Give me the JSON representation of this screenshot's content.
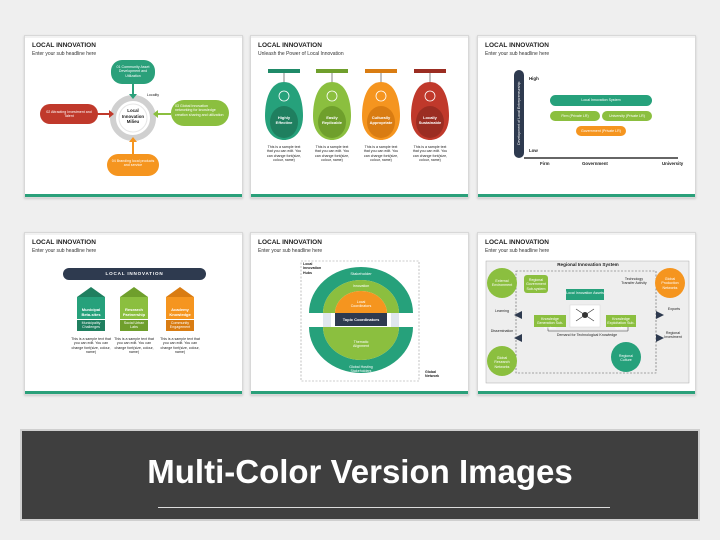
{
  "page": {
    "bg": "#efefef"
  },
  "colors": {
    "green": "#2aa07a",
    "teal": "#26a17b",
    "lime": "#8bbf3f",
    "orange": "#f5951f",
    "red": "#c0392b",
    "navy": "#2e3a4f"
  },
  "slides": [
    {
      "title": "LOCAL INNOVATION",
      "subtitle": "Enter your sub headline here",
      "center": "Local Innovation Milieu",
      "locality": "Locality",
      "nodes": [
        "01 Community Asset Development and Utilization",
        "02 Attracting Investment and Talent",
        "03 Global Innovation networking for knowledge creation sharing and utilization",
        "04 Branding local products and service"
      ]
    },
    {
      "title": "LOCAL INNOVATION",
      "subtitle": "Unleash the Power of Local Innovation",
      "items": [
        {
          "label": "Highly Effective",
          "text": "This is a sample text that you can edit. You can change font(size, colour, name)"
        },
        {
          "label": "Easily Replicable",
          "text": "This is a sample text that you can edit. You can change font(size, colour, name)"
        },
        {
          "label": "Culturally Appropriate",
          "text": "This is a sample text that you can edit. You can change font(size, colour, name)"
        },
        {
          "label": "Locally Sustainable",
          "text": "This is a sample text that you can edit. You can change font(size, colour, name)"
        }
      ]
    },
    {
      "title": "LOCAL INNOVATION",
      "subtitle": "Enter your sub headline here",
      "y_axis": "Development of Local Entrepreneurship",
      "y_high": "High",
      "y_low": "Low",
      "x_ticks": [
        "Firm",
        "Government",
        "University"
      ],
      "bars": [
        "Local Innovation System",
        "Firm (Private LR)",
        "University (Private LR)",
        "Government (Private LR)"
      ]
    },
    {
      "title": "LOCAL INNOVATION",
      "subtitle": "Enter your sub headline here",
      "banner": "LOCAL INNOVATION",
      "cols": [
        {
          "label": "Municipal Beta-sites",
          "sub": "Municipality Challenges",
          "text": "This is a sample text that you can edit. You can change font(size, colour, name)"
        },
        {
          "label": "Research Partnership",
          "sub": "Social Urban Labs",
          "text": "This is a sample text that you can edit. You can change font(size, colour, name)"
        },
        {
          "label": "Academy Knowledge",
          "sub": "Community Engagement",
          "text": "This is a sample text that you can edit. You can change font(size, colour, name)"
        }
      ]
    },
    {
      "title": "LOCAL INNOVATION",
      "subtitle": "Enter your sub headline here",
      "hubs": "Local Innovation Hubs",
      "stakeholder": "Stakeholder",
      "innovation": "Innovation",
      "coord_local": "Local Coordinators",
      "topic": "Topic Coordinators",
      "thematic": "Thematic Alignment",
      "hosting": "Global Hosting Stakeholders",
      "network": "Global Network"
    },
    {
      "title": "LOCAL INNOVATION",
      "subtitle": "Enter your sub headline here",
      "system": "Regional Innovation System",
      "external": "External Environment",
      "regional_gov": "Regional Government Sub-system",
      "local_clusters": "Local Innovation Assets",
      "tech_transfer": "Technology Transfer Activity",
      "global_prod": "Global Production Networks",
      "learning": "Learning",
      "exports": "Exports",
      "dissemination": "Dissemination",
      "knowledge_gen": "Knowledge Generation Sub-system",
      "knowledge_exp": "Knowledge Exploitation Sub-system",
      "demand": "Demand for Technological Knowledge",
      "regional_invest": "Regional Investment",
      "global_research": "Global Research Networks",
      "regional_culture": "Regional Culture"
    }
  ],
  "banner": {
    "title": "Multi-Color Version Images"
  }
}
